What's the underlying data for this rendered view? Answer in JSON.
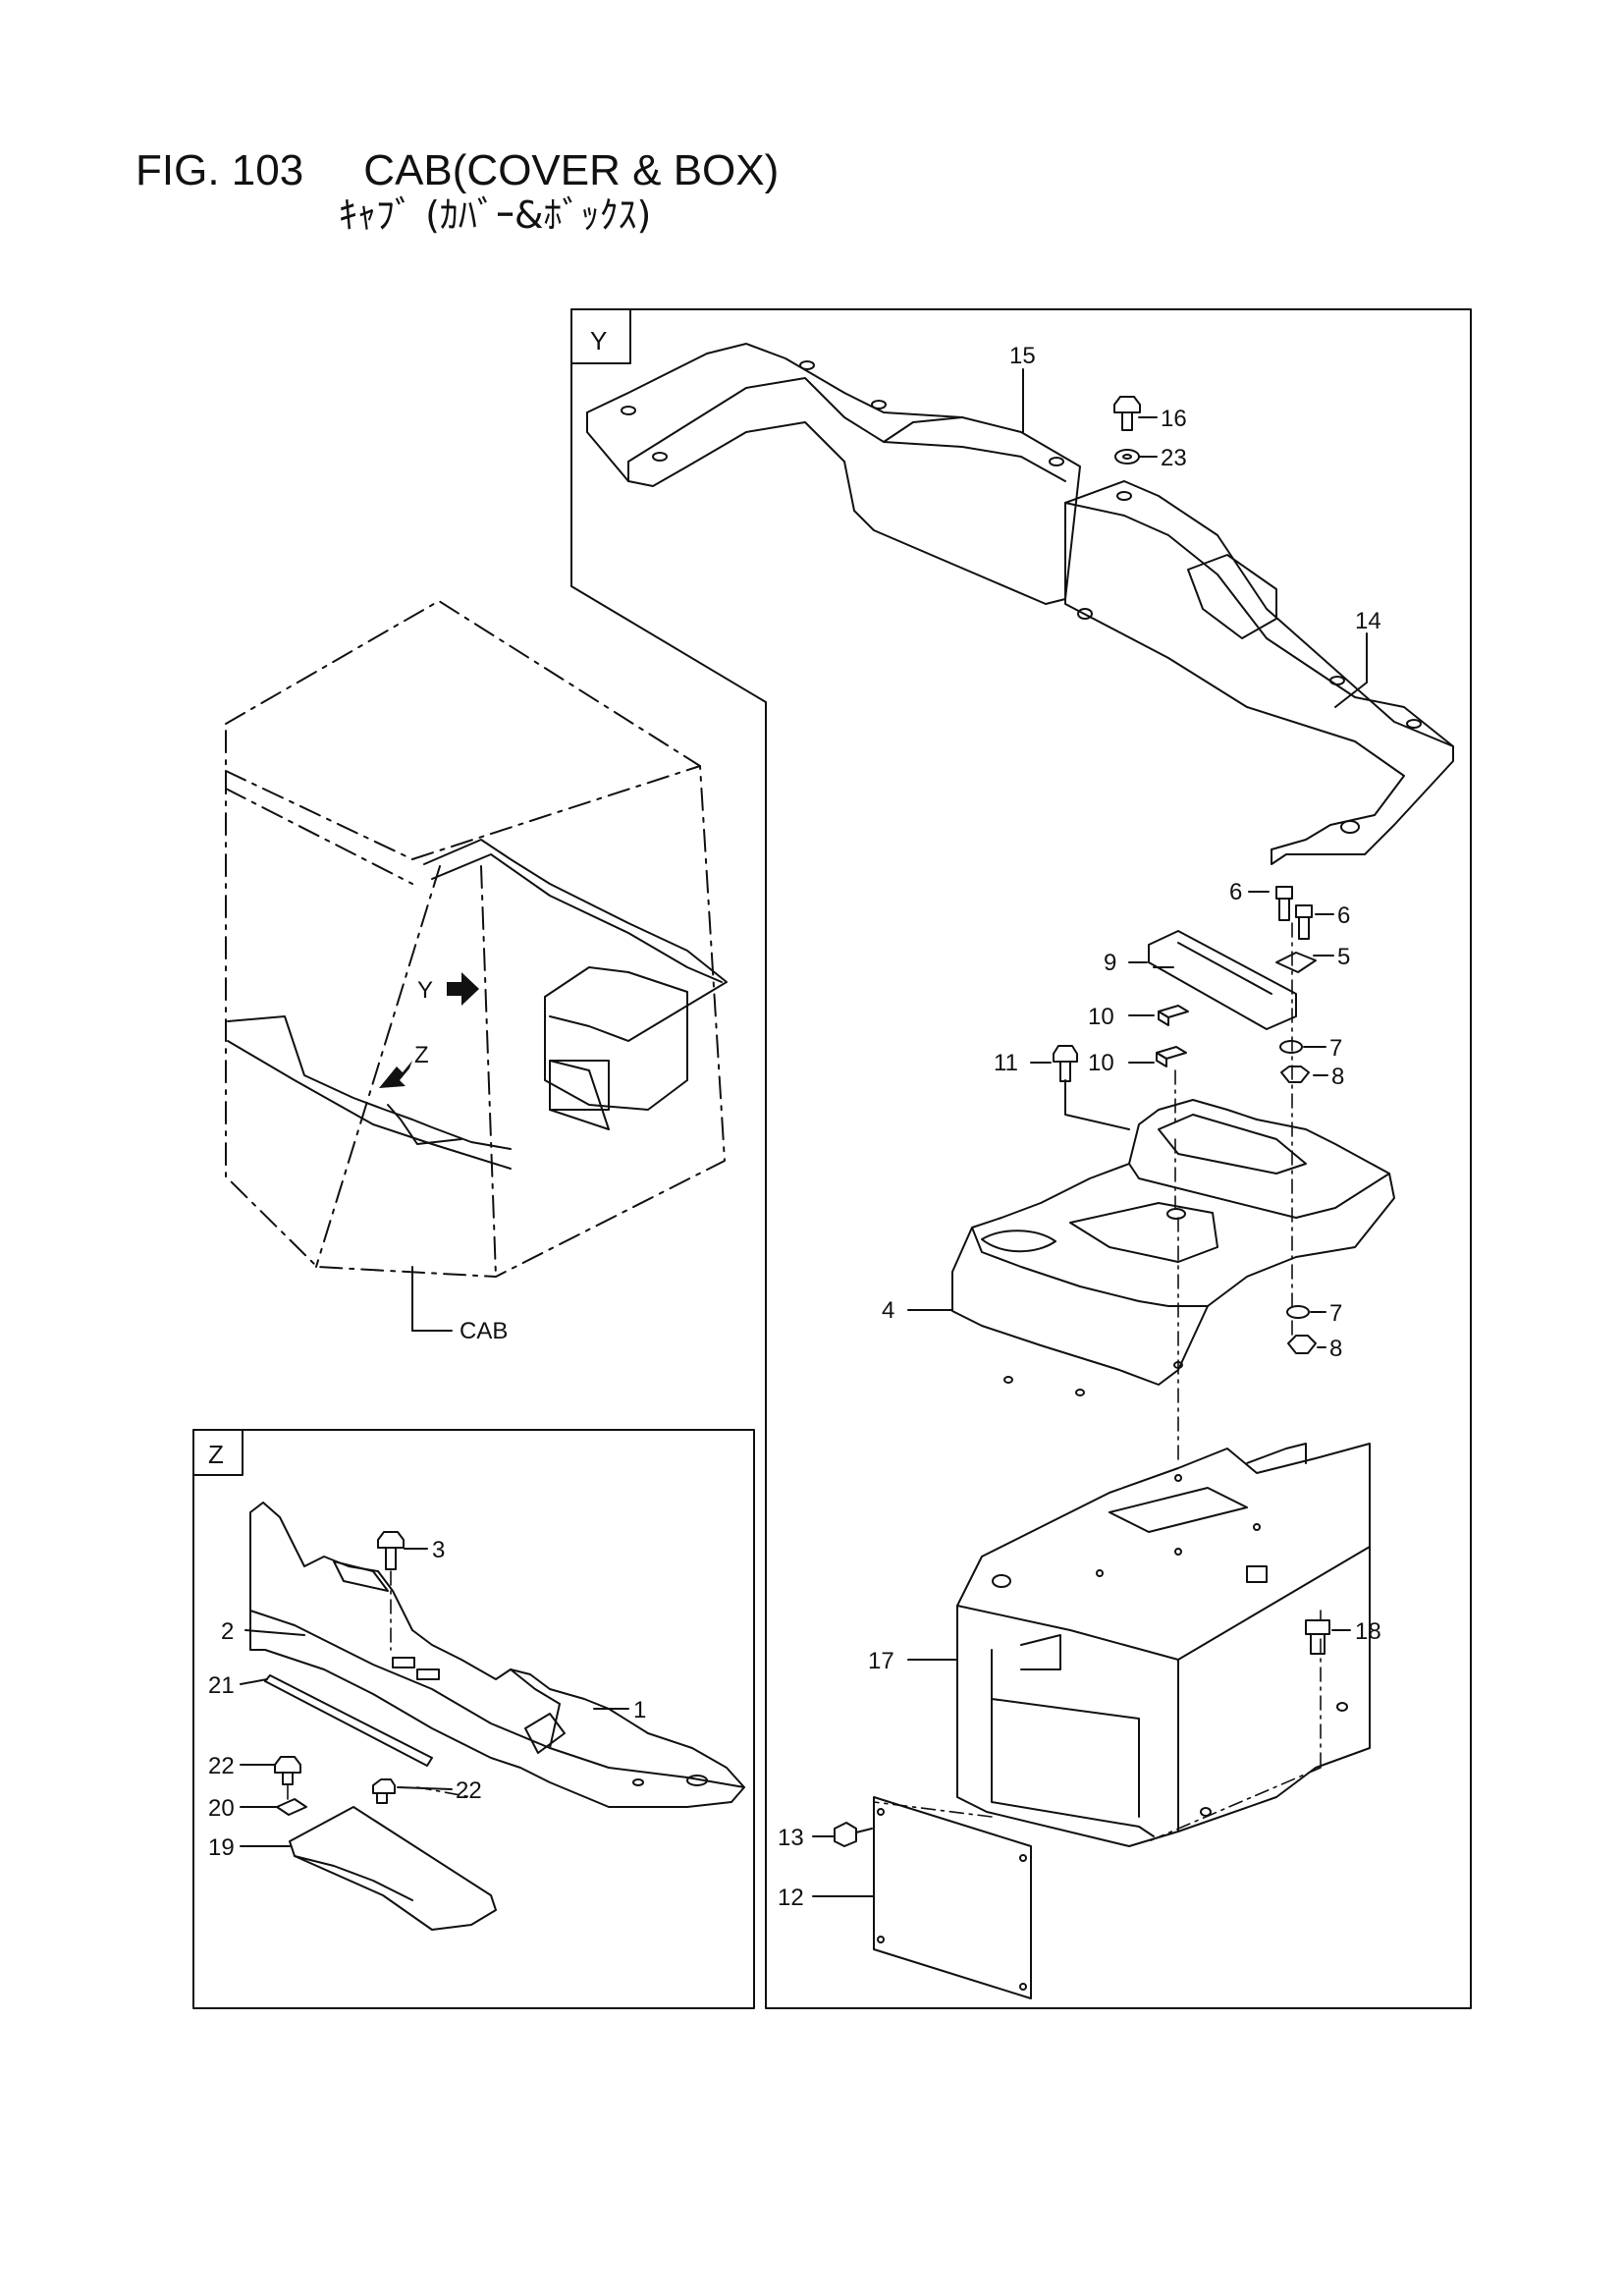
{
  "figure": {
    "title": "FIG. 103     CAB(COVER & BOX)",
    "subtitle": "ｷｬﾌﾞ (ｶﾊﾞｰ&ﾎﾞｯｸｽ)"
  },
  "views": {
    "y": "Y",
    "z": "Z",
    "cab": "CAB",
    "arrow_y": "Y",
    "arrow_z": "Z"
  },
  "parts": {
    "p15": "15",
    "p16": "16",
    "p23": "23",
    "p14": "14",
    "p6a": "6",
    "p6b": "6",
    "p5": "5",
    "p9": "9",
    "p10a": "10",
    "p10b": "10",
    "p7a": "7",
    "p8a": "8",
    "p11": "11",
    "p4": "4",
    "p7b": "7",
    "p8b": "8",
    "p18": "18",
    "p17": "17",
    "p13": "13",
    "p12": "12",
    "p3": "3",
    "p2": "2",
    "p21": "21",
    "p1": "1",
    "p22a": "22",
    "p22b": "22",
    "p20": "20",
    "p19": "19"
  }
}
